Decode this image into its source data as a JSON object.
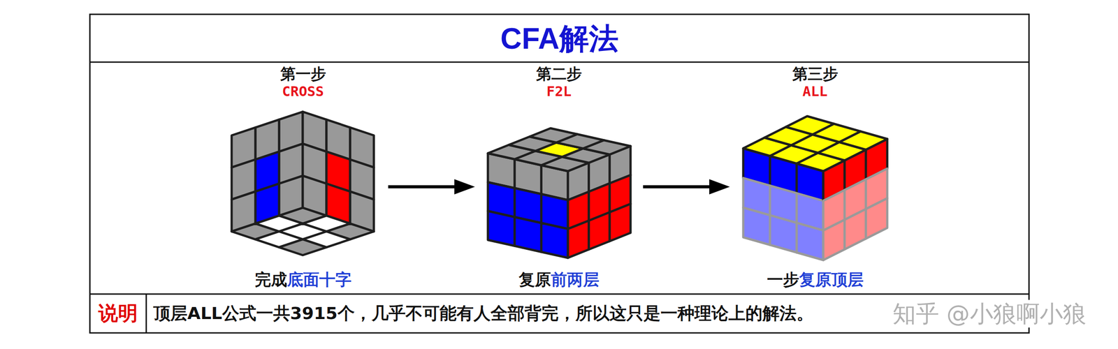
{
  "diagram": {
    "title": "CFA解法",
    "nodes": [
      {
        "text": [
          "第一步",
          "CROSS",
          "完成",
          "底面十字"
        ]
      },
      {
        "text": [
          "第二步",
          "F2L",
          "复原",
          "前两层"
        ]
      },
      {
        "text": [
          "第三步",
          "ALL",
          "一步",
          "复原顶层"
        ]
      },
      {
        "text": [
          "说明"
        ]
      },
      {
        "text": [
          "顶层ALL公式一共3915个，几乎不可能有人全部背完，所以这只是一种理论上的解法。"
        ]
      }
    ],
    "edges": [
      {
        "from": 0,
        "to": 1,
        "arrow": "to"
      },
      {
        "from": 1,
        "to": 2,
        "arrow": "to"
      }
    ],
    "labels": [
      "知乎 @小狼啊小狼"
    ]
  }
}
